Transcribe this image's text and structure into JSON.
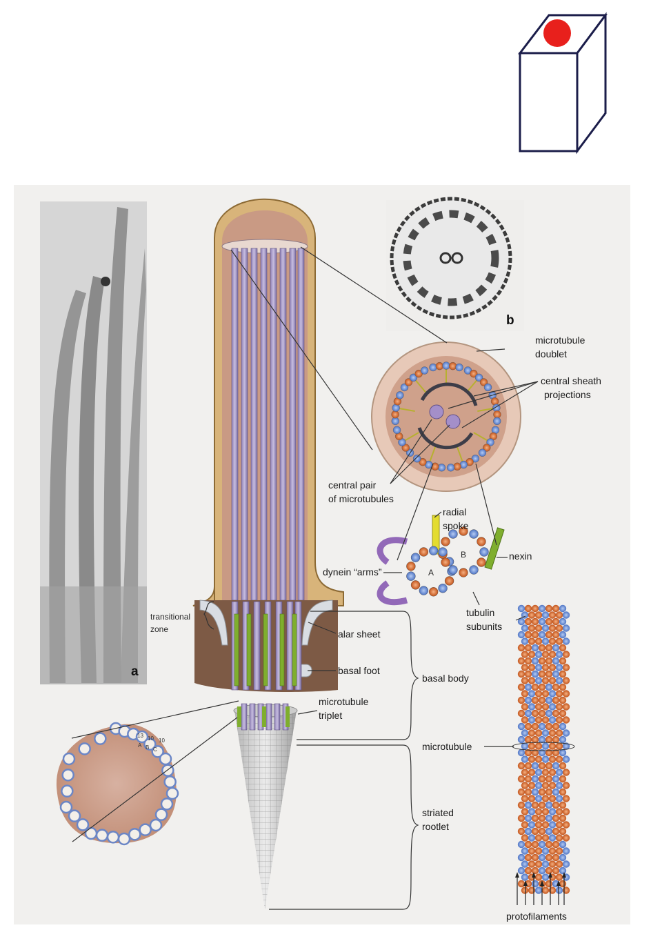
{
  "labels": {
    "panel_a": "a",
    "panel_b": "b",
    "microtubule_doublet": [
      "microtubule",
      "doublet"
    ],
    "central_sheath_projections": [
      "central sheath",
      "projections"
    ],
    "central_pair": [
      "central pair",
      "of microtubules"
    ],
    "radial_spoke": [
      "radial",
      "spoke"
    ],
    "nexin": "nexin",
    "dynein_arms": "dynein “arms”",
    "subunit_a": "A",
    "subunit_b": "B",
    "tubulin_subunits": [
      "tubulin",
      "subunits"
    ],
    "transitional_zone": [
      "transitional",
      "zone"
    ],
    "alar_sheet": "alar sheet",
    "basal_foot": "basal foot",
    "basal_body": "basal body",
    "microtubule_triplet": [
      "microtubule",
      "triplet"
    ],
    "microtubule": "microtubule",
    "striated_rootlet": [
      "striated",
      "rootlet"
    ],
    "protofilaments": "protofilaments",
    "triplet_numbers": [
      "13",
      "10",
      "10"
    ],
    "triplet_letters": [
      "A",
      "B",
      "C"
    ]
  },
  "colors": {
    "cube_dot": "#e8201c",
    "cube_outline": "#1b1d4a",
    "membrane": "#c9a86a",
    "cytoplasm": "#c99a84",
    "microtubule": "#a99bc9",
    "basal_green": "#7fae2e",
    "tubulin_blue": "#6b8fd6",
    "tubulin_orange": "#d9692a"
  }
}
